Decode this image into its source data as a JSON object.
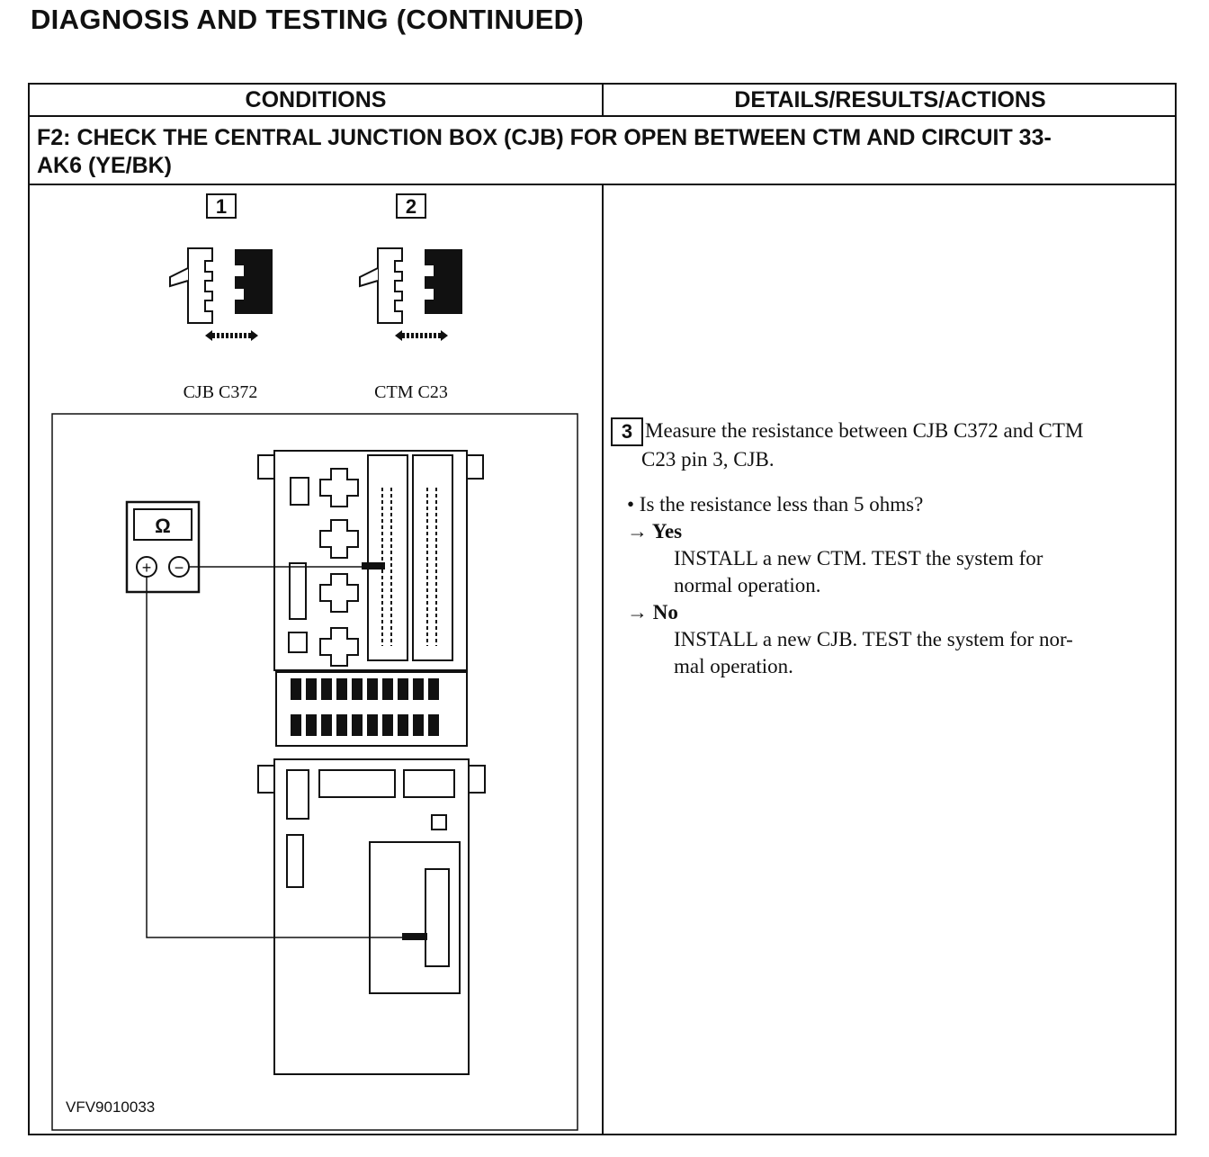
{
  "page": {
    "title": "DIAGNOSIS AND TESTING (CONTINUED)"
  },
  "table": {
    "header_conditions": "CONDITIONS",
    "header_details": "DETAILS/RESULTS/ACTIONS",
    "step_title_line1": "F2: CHECK THE CENTRAL JUNCTION BOX (CJB) FOR OPEN BETWEEN CTM AND CIRCUIT 33-",
    "step_title_line2": "AK6 (YE/BK)"
  },
  "diagram": {
    "step1_number": "1",
    "step2_number": "2",
    "connector1_label": "CJB C372",
    "connector2_label": "CTM C23",
    "meter_symbol": "Ω",
    "meter_plus": "+",
    "meter_minus": "−",
    "figure_id": "VFV9010033"
  },
  "details": {
    "step_number": "3",
    "instruction_line1": "Measure the resistance between CJB C372 and CTM",
    "instruction_line2": "C23 pin 3, CJB.",
    "question": "• Is the resistance less than 5 ohms?",
    "yes_label": "→ Yes",
    "yes_action_line1": "INSTALL a new CTM. TEST the system for",
    "yes_action_line2": "normal operation.",
    "no_label": "→ No",
    "no_action_line1": "INSTALL a new CJB. TEST the system for nor-",
    "no_action_line2": "mal operation."
  }
}
